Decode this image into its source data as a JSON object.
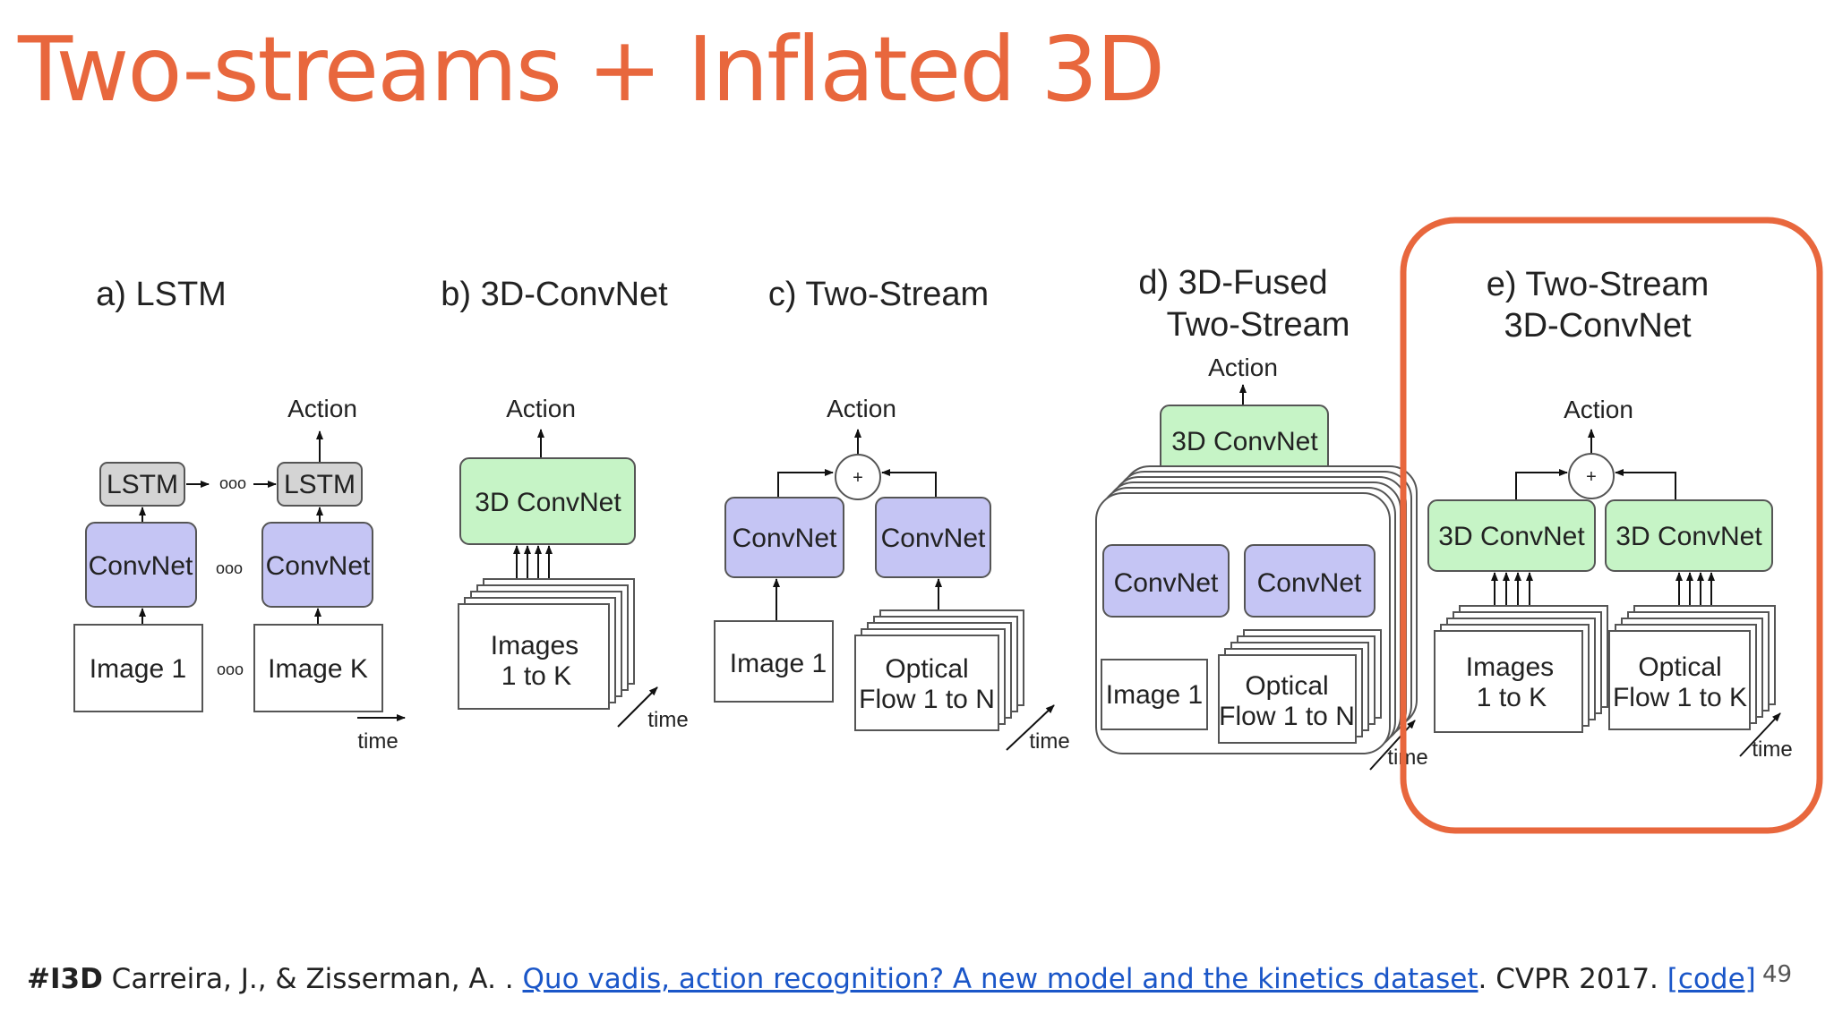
{
  "slide": {
    "title": "Two-streams + Inflated 3D",
    "page_number": "49"
  },
  "colors": {
    "title": "#E8673D",
    "highlight": "#E8673D",
    "lstm_fill": "#D4D4D4",
    "convnet_fill": "#C5C5F4",
    "convnet3d_fill": "#C6F4C6",
    "link": "#1A56C8"
  },
  "citation": {
    "tag": "#I3D",
    "authors": "Carreira, J., & Zisserman, A. .",
    "paper_title": "Quo vadis, action recognition? A new model and the kinetics dataset",
    "venue": ". CVPR 2017.",
    "code_link": "[code]"
  },
  "diagram": {
    "highlighted_panel": "e",
    "panels": [
      {
        "id": "a",
        "title": "a) LSTM",
        "action": "Action",
        "lstm": [
          "LSTM",
          "LSTM"
        ],
        "convnet": [
          "ConvNet",
          "ConvNet"
        ],
        "inputs": [
          "Image 1",
          "Image K"
        ],
        "ellipsis": "ooo",
        "time": "time"
      },
      {
        "id": "b",
        "title": "b) 3D-ConvNet",
        "action": "Action",
        "convnet3d": "3D ConvNet",
        "input_lines": [
          "Images",
          "1 to K"
        ],
        "time": "time"
      },
      {
        "id": "c",
        "title": "c) Two-Stream",
        "action": "Action",
        "fusion": "+",
        "convnet": [
          "ConvNet",
          "ConvNet"
        ],
        "input_rgb": "Image 1",
        "input_flow_lines": [
          "Optical",
          "Flow 1 to N"
        ],
        "time": "time"
      },
      {
        "id": "d",
        "title_lines": [
          "d) 3D-Fused",
          "Two-Stream"
        ],
        "action": "Action",
        "convnet3d": "3D ConvNet",
        "convnet": [
          "ConvNet",
          "ConvNet"
        ],
        "input_rgb": "Image 1",
        "input_flow_lines": [
          "Optical",
          "Flow 1 to N"
        ],
        "time": "time"
      },
      {
        "id": "e",
        "title_lines": [
          "e) Two-Stream",
          "3D-ConvNet"
        ],
        "action": "Action",
        "fusion": "+",
        "convnet3d": [
          "3D ConvNet",
          "3D ConvNet"
        ],
        "input_rgb_lines": [
          "Images",
          "1 to K"
        ],
        "input_flow_lines": [
          "Optical",
          "Flow 1 to K"
        ],
        "time": "time"
      }
    ]
  }
}
